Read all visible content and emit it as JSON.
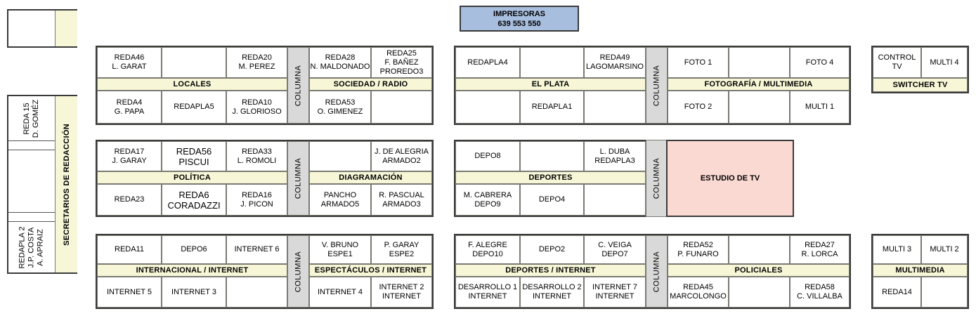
{
  "printers": {
    "title": "IMPRESORAS",
    "codes": "639  553  550"
  },
  "sidebar": {
    "label": "SECRETARIOS DE REDACCIÓN",
    "top_box": {
      "label": ""
    },
    "cells": [
      {
        "text": "REDA 15\nD. GOMÉZ"
      },
      {
        "text": ""
      },
      {
        "text": "REDAPLA 2\nJ.P. COSTA\nA. APRAIZ"
      }
    ]
  },
  "column_label": "COLUMNA",
  "blocks": [
    {
      "id": "locales",
      "band": "LOCALES",
      "top": [
        "REDA46\nL. GARAT",
        "",
        "REDA20\nM. PEREZ"
      ],
      "bottom": [
        "REDA4\nG. PAPA",
        "REDAPLA5",
        "REDA10\nJ. GLORIOSO"
      ]
    },
    {
      "id": "sociedad-radio",
      "band": "SOCIEDAD / RADIO",
      "top": [
        "REDA28\nN. MALDONADO",
        "REDA25\nF. BAÑEZ\nPROREDO3"
      ],
      "bottom": [
        "REDA53\nO. GIMENEZ",
        ""
      ]
    },
    {
      "id": "el-plata",
      "band": "EL PLATA",
      "top": [
        "REDAPLA4",
        "",
        "REDA49\nLAGOMARSINO"
      ],
      "bottom": [
        "",
        "REDAPLA1",
        ""
      ]
    },
    {
      "id": "fotografia-multimedia",
      "band": "FOTOGRAFÍA / MULTIMEDIA",
      "top": [
        "FOTO 1",
        "",
        "FOTO 4"
      ],
      "bottom": [
        "FOTO 2",
        "",
        "MULTI 1"
      ]
    },
    {
      "id": "switcher-tv",
      "band": "SWITCHER TV",
      "top": [
        "CONTROL TV",
        "MULTI 4"
      ],
      "bottom": []
    },
    {
      "id": "politica",
      "band": "POLÍTICA",
      "top": [
        "REDA17\nJ. GARAY",
        "REDA56\nPISCUI",
        "REDA33\nL. ROMOLI"
      ],
      "bottom": [
        "REDA23",
        "REDA6\nCORADAZZI",
        "REDA16\nJ. PICON"
      ]
    },
    {
      "id": "diagramacion",
      "band": "DIAGRAMACIÓN",
      "top": [
        "",
        "J. DE ALEGRIA\nARMADO2"
      ],
      "bottom": [
        "PANCHO\nARMADO5",
        "R. PASCUAL\nARMADO3"
      ]
    },
    {
      "id": "deportes",
      "band": "DEPORTES",
      "top": [
        "DEPO8",
        "",
        "L. DUBA\nREDAPLA3"
      ],
      "bottom": [
        "M. CABRERA\nDEPO9",
        "DEPO4",
        ""
      ]
    },
    {
      "id": "estudio-de-tv",
      "band": "ESTUDIO DE TV",
      "top": [],
      "bottom": []
    },
    {
      "id": "internacional-internet",
      "band": "INTERNACIONAL / INTERNET",
      "top": [
        "REDA11",
        "DEPO6",
        "INTERNET 6"
      ],
      "bottom": [
        "INTERNET 5",
        "INTERNET 3",
        ""
      ]
    },
    {
      "id": "espectaculos-internet",
      "band": "ESPECTÁCULOS / INTERNET",
      "top": [
        "V. BRUNO\nESPE1",
        "P. GARAY\nESPE2"
      ],
      "bottom": [
        "INTERNET 4",
        "INTERNET 2\nINTERNET"
      ]
    },
    {
      "id": "deportes-internet",
      "band": "DEPORTES / INTERNET",
      "top": [
        "F. ALEGRE\nDEPO10",
        "DEPO2",
        "C. VEIGA\nDEPO7"
      ],
      "bottom": [
        "DESARROLLO 1\nINTERNET",
        "DESARROLLO 2\nINTERNET",
        "INTERNET 7\nINTERNET"
      ]
    },
    {
      "id": "policiales",
      "band": "POLICIALES",
      "top": [
        "REDA52\nP. FUNARO",
        "",
        "REDA27\nR. LORCA"
      ],
      "bottom": [
        "REDA45\nMARCOLONGO",
        "",
        "REDA58\nC. VILLALBA"
      ]
    },
    {
      "id": "multimedia",
      "band": "MULTIMEDIA",
      "top": [
        "MULTI 3",
        "MULTI 2"
      ],
      "bottom": [
        "REDA14",
        ""
      ]
    }
  ],
  "colors": {
    "band": "#f7f7d8",
    "column": "#d9d9d9",
    "printers": "#a8bede",
    "studio": "#fbd9d3",
    "frame": "#3a3a3a"
  }
}
